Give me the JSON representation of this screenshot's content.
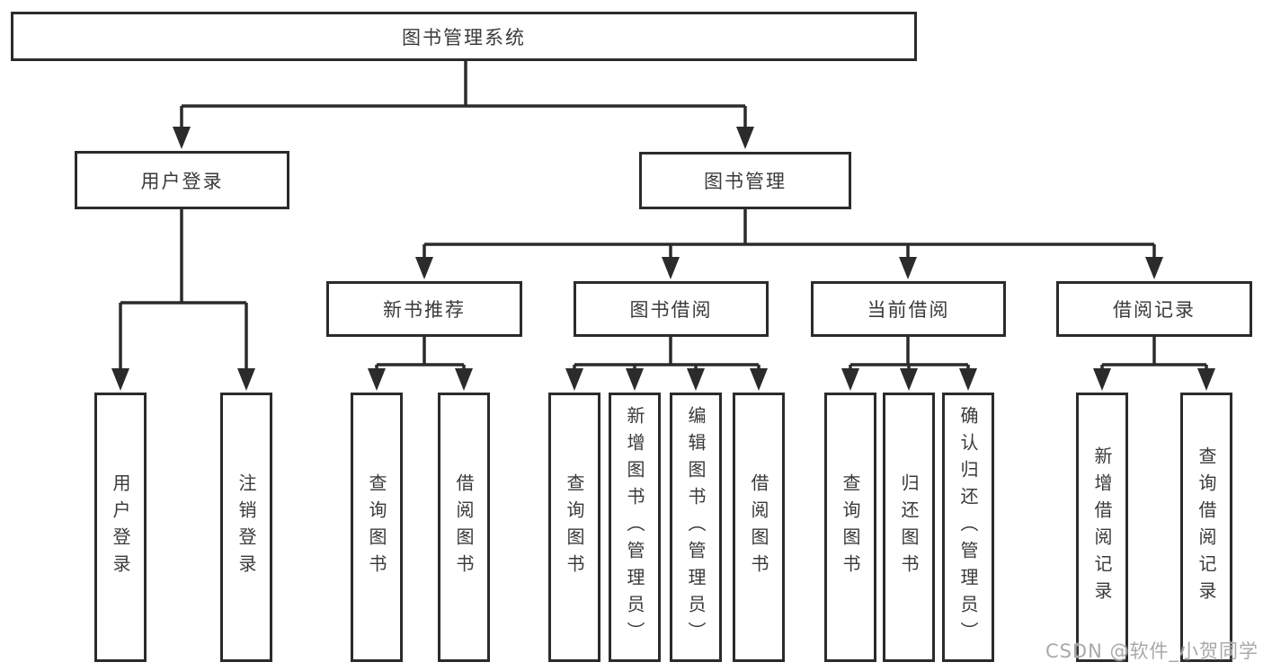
{
  "colors": {
    "line": "#2b2b2b",
    "text": "#3a3a3a",
    "box_fill": "#ffffff",
    "background": "#ffffff",
    "watermark": "#a9a9a9"
  },
  "tree": {
    "root": "图书管理系统",
    "level2": [
      {
        "label": "用户登录",
        "children": [
          "用户登录",
          "注销登录"
        ]
      },
      {
        "label": "图书管理",
        "groups": [
          {
            "label": "新书推荐",
            "children": [
              "查询图书",
              "借阅图书"
            ]
          },
          {
            "label": "图书借阅",
            "children": [
              "查询图书",
              "新增图书（管理员）",
              "编辑图书（管理员）",
              "借阅图书"
            ]
          },
          {
            "label": "当前借阅",
            "children": [
              "查询图书",
              "归还图书",
              "确认归还（管理员）"
            ]
          },
          {
            "label": "借阅记录",
            "children": [
              "新增借阅记录",
              "查询借阅记录"
            ]
          }
        ]
      }
    ]
  },
  "watermark": {
    "text": "CSDN @软件_小贺同学"
  }
}
